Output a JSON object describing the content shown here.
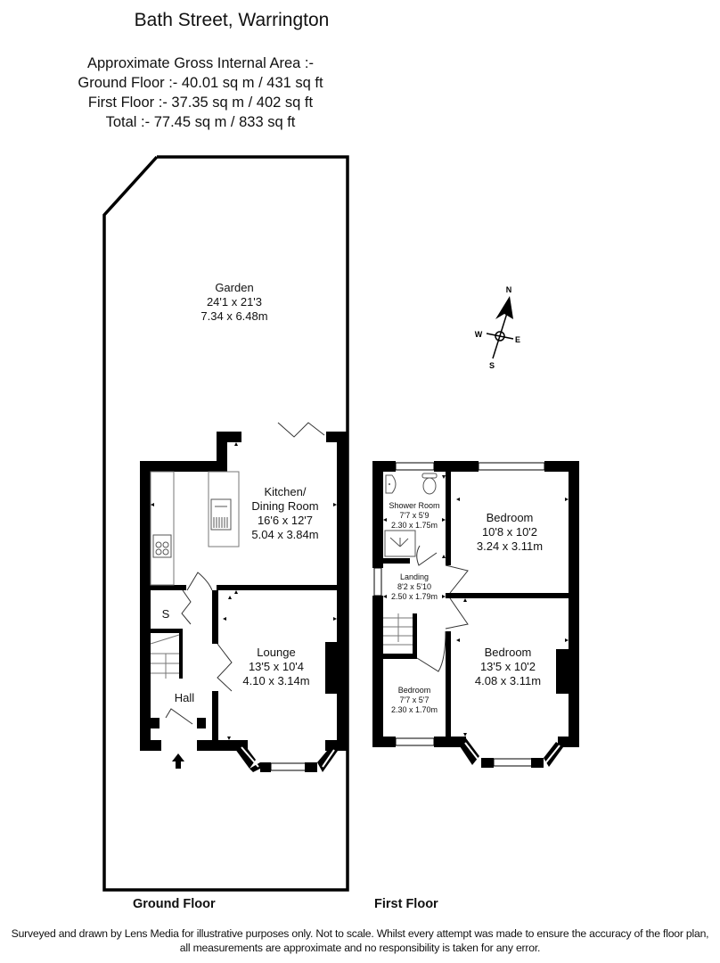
{
  "header": {
    "title": "Bath Street, Warrington",
    "area_heading": "Approximate Gross Internal Area :-",
    "ground_floor_area": "Ground Floor :- 40.01 sq m / 431 sq ft",
    "first_floor_area": "First Floor :- 37.35 sq m / 402 sq ft",
    "total_area": "Total :- 77.45 sq m / 833 sq ft"
  },
  "ground_floor": {
    "label": "Ground Floor",
    "rooms": {
      "garden": {
        "name": "Garden",
        "imperial": "24'1 x 21'3",
        "metric": "7.34 x 6.48m"
      },
      "kitchen": {
        "name_line1": "Kitchen/",
        "name_line2": "Dining Room",
        "imperial": "16'6 x 12'7",
        "metric": "5.04 x 3.84m"
      },
      "lounge": {
        "name": "Lounge",
        "imperial": "13'5 x 10'4",
        "metric": "4.10 x 3.14m"
      },
      "hall": {
        "name": "Hall"
      },
      "store": {
        "name": "S"
      }
    }
  },
  "first_floor": {
    "label": "First Floor",
    "rooms": {
      "shower_room": {
        "name": "Shower Room",
        "imperial": "7'7 x 5'9",
        "metric": "2.30 x 1.75m"
      },
      "bedroom_rear": {
        "name": "Bedroom",
        "imperial": "10'8 x 10'2",
        "metric": "3.24 x 3.11m"
      },
      "landing": {
        "name": "Landing",
        "imperial": "8'2 x 5'10",
        "metric": "2.50 x 1.79m"
      },
      "bedroom_front": {
        "name": "Bedroom",
        "imperial": "13'5 x 10'2",
        "metric": "4.08 x 3.11m"
      },
      "bedroom_small": {
        "name": "Bedroom",
        "imperial": "7'7 x 5'7",
        "metric": "2.30  x 1.70m"
      }
    }
  },
  "compass": {
    "north": "N",
    "south": "S",
    "east": "E",
    "west": "W"
  },
  "footer": {
    "disclaimer_line1": "Surveyed and drawn by Lens Media for illustrative purposes only. Not to scale. Whilst every attempt was made to ensure the accuracy of the floor plan,",
    "disclaimer_line2": "all measurements are approximate and no responsibility is taken for any error."
  },
  "colors": {
    "wall": "#000000",
    "fixture_line": "#555555",
    "background": "#ffffff"
  }
}
